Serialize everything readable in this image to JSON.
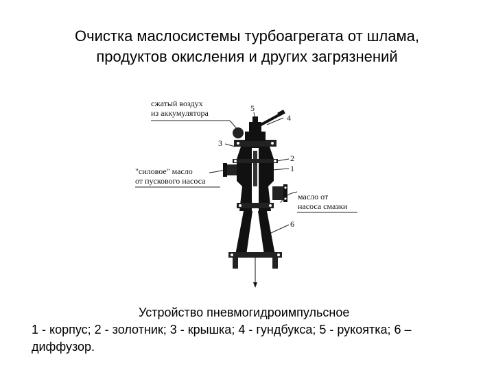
{
  "slide": {
    "title_line1": "Очистка маслосистемы турбоагрегата от шлама,",
    "title_line2": "продуктов окисления и других загрязнений"
  },
  "figure": {
    "callouts": {
      "air_line1": "сжатый воздух",
      "air_line2": "из аккумулятора",
      "power_oil_line1": "\"силовое\" масло",
      "power_oil_line2": "от пускового насоса",
      "lube_oil_line1": "масло от",
      "lube_oil_line2": "насоса смазки"
    },
    "part_numbers": {
      "n5": "5",
      "n4": "4",
      "n3": "3",
      "n2": "2",
      "n1": "1",
      "n6": "6"
    }
  },
  "caption": {
    "heading": "Устройство пневмогидроимпульсное",
    "legend": "1 - корпус; 2 - золотник; 3 - крышка; 4 - гундбукса; 5 - рукоятка; 6 – диффузор."
  }
}
